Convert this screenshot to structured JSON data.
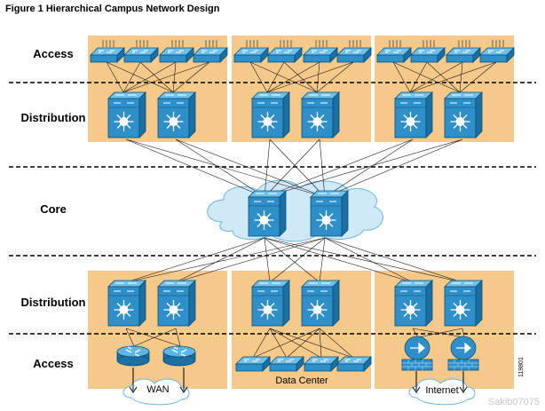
{
  "figure_title": "Figure 1 Hierarchical Campus Network Design",
  "layers": {
    "access_top": "Access",
    "distribution_top": "Distribution",
    "core": "Core",
    "distribution_bottom": "Distribution",
    "access_bottom": "Access"
  },
  "captions": {
    "wan": "WAN",
    "data_center": "Data Center",
    "internet": "Internet"
  },
  "figure_number": "119801",
  "watermark": "Sakib07075",
  "colors": {
    "block_fill": "#f4c98a",
    "device_fill": "#2f8fc8",
    "device_stroke": "#0b4f7a",
    "cloud_fill": "#cfe9f6",
    "cloud_stroke": "#6ab6de",
    "line": "#1a1a1a",
    "dash": "#000000"
  },
  "icons": {
    "access_switch": "workgroup-switch-icon",
    "distribution_switch": "multilayer-switch-icon",
    "router": "router-icon",
    "firewall": "firewall-icon",
    "cloud": "cloud-icon"
  }
}
